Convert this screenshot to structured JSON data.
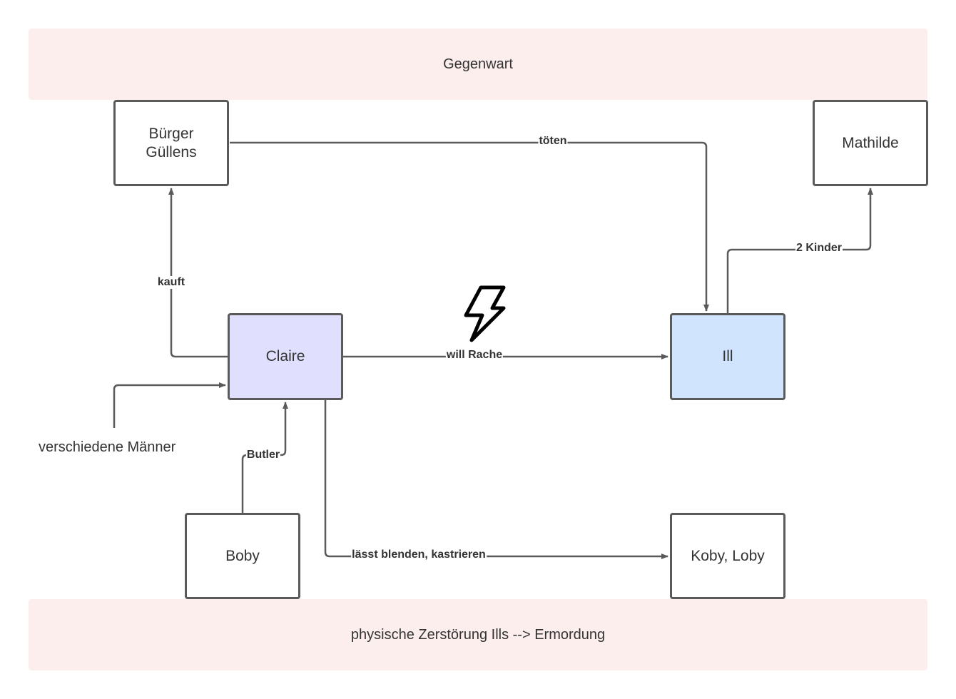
{
  "bands": {
    "top": "Gegenwart",
    "bottom": "physische Zerstörung Ills --> Ermordung"
  },
  "nodes": {
    "buerger": "Bürger\nGüllens",
    "mathilde": "Mathilde",
    "claire": "Claire",
    "ill": "Ill",
    "boby": "Boby",
    "koby_loby": "Koby, Loby"
  },
  "free_text": {
    "maenner": "verschiedene Männer"
  },
  "edges": {
    "toeten": "töten",
    "zwei_kinder": "2 Kinder",
    "kauft": "kauft",
    "will_rache": "will Rache",
    "butler": "Butler",
    "laesst": "lässt blenden, kastrieren"
  },
  "colors": {
    "band_fill": "#fdeeee",
    "claire_fill": "#e0e0fe",
    "ill_fill": "#d0e4fe",
    "stroke": "#5a5a5a"
  },
  "icons": {
    "conflict": "lightning-bolt-icon"
  }
}
